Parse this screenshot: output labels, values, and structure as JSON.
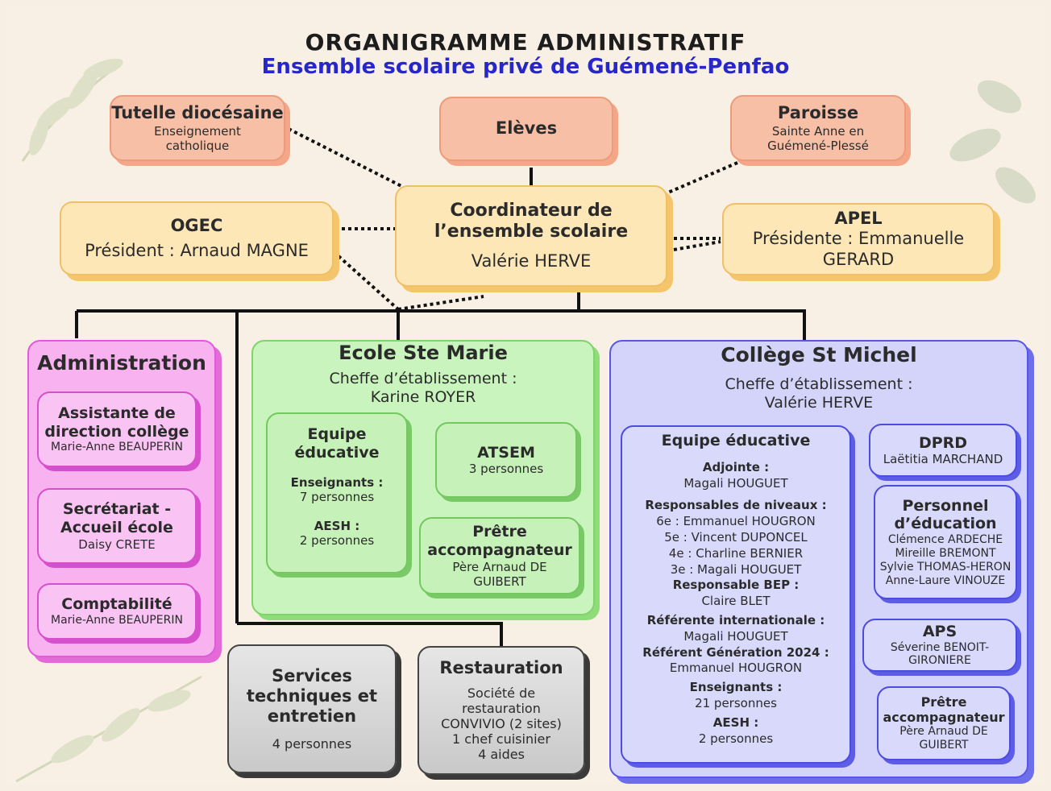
{
  "title": "ORGANIGRAMME ADMINISTRATIF",
  "subtitle": "Ensemble scolaire privé de Guémené-Penfao",
  "tutelle": {
    "name": "Tutelle diocésaine",
    "line1": "Enseignement",
    "line2": "catholique"
  },
  "eleves": {
    "name": "Elèves"
  },
  "paroisse": {
    "name": "Paroisse",
    "line1": "Sainte Anne en",
    "line2": "Guémené-Plessé"
  },
  "ogec": {
    "name": "OGEC",
    "president": "Président : Arnaud MAGNE"
  },
  "coordinateur": {
    "line1": "Coordinateur de",
    "line2": "l’ensemble scolaire",
    "person": "Valérie HERVE"
  },
  "apel": {
    "name": "APEL",
    "line1": "Présidente : Emmanuelle",
    "line2": "GERARD"
  },
  "administration": {
    "title": "Administration",
    "assistante": {
      "line1": "Assistante de",
      "line2": "direction collège",
      "person": "Marie-Anne BEAUPERIN"
    },
    "secretariat": {
      "line1": "Secrétariat -",
      "line2": "Accueil école",
      "person": "Daisy CRETE"
    },
    "comptabilite": {
      "name": "Comptabilité",
      "person": "Marie-Anne BEAUPERIN"
    }
  },
  "ecole": {
    "title": "Ecole Ste Marie",
    "role": "Cheffe d’établissement :",
    "person": "Karine ROYER",
    "equipe": {
      "line1": "Equipe",
      "line2": "éducative",
      "ens_label": "Enseignants :",
      "ens_value": "7 personnes",
      "aesh_label": "AESH :",
      "aesh_value": "2 personnes"
    },
    "atsem": {
      "name": "ATSEM",
      "value": "3 personnes"
    },
    "pretre": {
      "line1": "Prêtre",
      "line2": "accompagnateur",
      "person1": "Père Arnaud DE",
      "person2": "GUIBERT"
    }
  },
  "services": {
    "line1": "Services",
    "line2": "techniques et",
    "line3": "entretien",
    "value": "4 personnes"
  },
  "restauration": {
    "name": "Restauration",
    "line1": "Société de",
    "line2": "restauration",
    "line3": "CONVIVIO (2 sites)",
    "line4": "1 chef cuisinier",
    "line5": "4 aides"
  },
  "college": {
    "title": "Collège St Michel",
    "role": "Cheffe d’établissement :",
    "person": "Valérie HERVE",
    "equipe": {
      "title": "Equipe éducative",
      "adjointe_label": "Adjointe :",
      "adjointe_value": "Magali HOUGUET",
      "niveaux_label": "Responsables de niveaux :",
      "niveaux": [
        "6e : Emmanuel HOUGRON",
        "5e : Vincent DUPONCEL",
        "4e : Charline BERNIER",
        "3e : Magali HOUGUET"
      ],
      "bep_label": "Responsable BEP :",
      "bep_value": "Claire BLET",
      "intl_label": "Référente internationale :",
      "intl_value": "Magali HOUGUET",
      "gen_label": "Référent Génération 2024 :",
      "gen_value": "Emmanuel HOUGRON",
      "ens_label": "Enseignants :",
      "ens_value": "21 personnes",
      "aesh_label": "AESH :",
      "aesh_value": "2 personnes"
    },
    "dprd": {
      "name": "DPRD",
      "person": "Laëtitia MARCHAND"
    },
    "personnel": {
      "line1": "Personnel",
      "line2": "d’éducation",
      "people": [
        "Clémence ARDECHE",
        "Mireille BREMONT",
        "Sylvie THOMAS-HERON",
        "Anne-Laure VINOUZE"
      ]
    },
    "aps": {
      "name": "APS",
      "person1": "Séverine BENOIT-",
      "person2": "GIRONIERE"
    },
    "pretre": {
      "line1": "Prêtre",
      "line2": "accompagnateur",
      "person1": "Père Arnaud DE",
      "person2": "GUIBERT"
    }
  },
  "colors": {
    "salmon": "#f8bfa7",
    "yellow": "#fde7b6",
    "pink": "#f9b2f0",
    "green": "#c9f4bd",
    "blue": "#d4d4fb",
    "grey": "#d6d6d6",
    "title_blue": "#2626c9",
    "background": "#f8f0e4"
  }
}
